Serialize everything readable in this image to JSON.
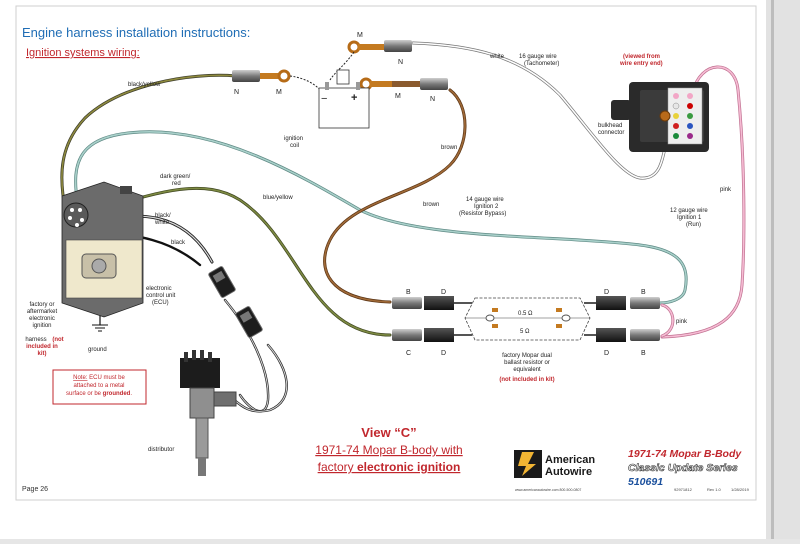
{
  "header": {
    "title": "Engine harness installation instructions:",
    "subtitle": "Ignition systems wiring:"
  },
  "wires": {
    "black_yellow": "black/yellow",
    "white": "white",
    "tach_line1": "16 gauge wire",
    "tach_line2": "(Tachometer)",
    "brown_upper": "brown",
    "brown_lower": "brown",
    "dark_green_red_1": "dark green/",
    "dark_green_red_2": "red",
    "blue_yellow": "blue/yellow",
    "black_white_1": "black/",
    "black_white_2": "white",
    "black": "black",
    "pink_upper": "pink",
    "pink_lower": "pink",
    "ign2_line1": "14 gauge wire",
    "ign2_line2": "Ignition 2",
    "ign2_line3": "(Resistor Bypass)",
    "ign1_line1": "12 gauge wire",
    "ign1_line2": "Ignition 1",
    "ign1_line3": "(Run)"
  },
  "connectors": {
    "m1": "M",
    "n1": "N",
    "m2": "M",
    "n2": "N",
    "m3": "M",
    "n3": "N",
    "b_left": "B",
    "c_left": "C",
    "d_left_top": "D",
    "d_left_bottom": "D",
    "d_right_top": "D",
    "d_right_bottom": "D",
    "b_right_top": "B",
    "b_right_bottom": "B"
  },
  "coil": {
    "neg": "−",
    "pos": "+",
    "label_1": "ignition",
    "label_2": "coil"
  },
  "bulkhead": {
    "note_1": "(viewed from",
    "note_2": "wire entry end)",
    "label_1": "bulkhead",
    "label_2": "connector"
  },
  "ecu": {
    "label_1": "electronic",
    "label_2": "control unit",
    "label_3": "(ECU)",
    "harness_1": "factory or",
    "harness_2": "aftermarket",
    "harness_3": "electronic",
    "harness_4": "ignition",
    "harness_5": "harness",
    "harness_6": "(not",
    "harness_7": "included in",
    "harness_8": "kit)",
    "ground": "ground"
  },
  "note_box": {
    "note_label": "Note:",
    "line1_rest": " ECU must be",
    "line2": "attached to a metal",
    "line3_pre": "surface or be ",
    "line3_bold": "grounded",
    "line3_post": "."
  },
  "distributor": "distributor",
  "resistor": {
    "val1": "0.5 Ω",
    "val2": "5 Ω",
    "label_1": "factory Mopar dual",
    "label_2": "ballast resistor or",
    "label_3": "equivalent",
    "label_4": "(not included in kit)"
  },
  "view": {
    "title": "View “C”",
    "line2": "1971-74 Mopar B-body with",
    "line3_pre": "factory ",
    "line3_bold": "electronic ignition"
  },
  "brand": {
    "line1": "American",
    "line2": "Autowire",
    "web": "www.americanautowire.com   800-500-0807"
  },
  "series": {
    "line1": "1971-74 Mopar B-Body",
    "line2": "Classic Update Series",
    "part": "510691",
    "doc_no": "92971812",
    "rev": "Rev 1.0",
    "date": "1/28/2019"
  },
  "footer": {
    "page": "Page 26"
  },
  "colors": {
    "title_blue": "#1f6db5",
    "accent_red": "#c1272d",
    "series_blue": "#1a4f9c",
    "wire_black_yellow": "#8e8a3e",
    "wire_dark_green": "#6f7a3c",
    "wire_blue_yellow": "#8fbab4",
    "wire_brown": "#8a5a2e",
    "wire_pink": "#f2a6c6",
    "wire_white": "#b8b8b8"
  }
}
